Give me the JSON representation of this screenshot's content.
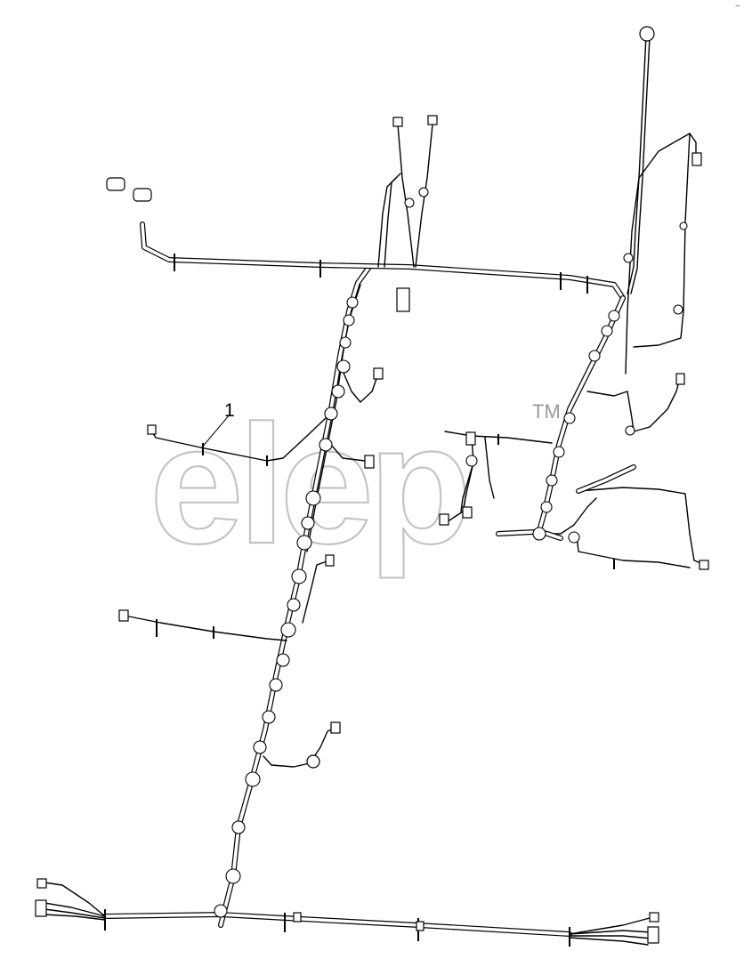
{
  "diagram": {
    "callouts": [
      {
        "id": "callout-1",
        "label": "1"
      }
    ],
    "watermark": {
      "text": "elep",
      "trademark": "TM"
    },
    "corner_mark": "~"
  }
}
